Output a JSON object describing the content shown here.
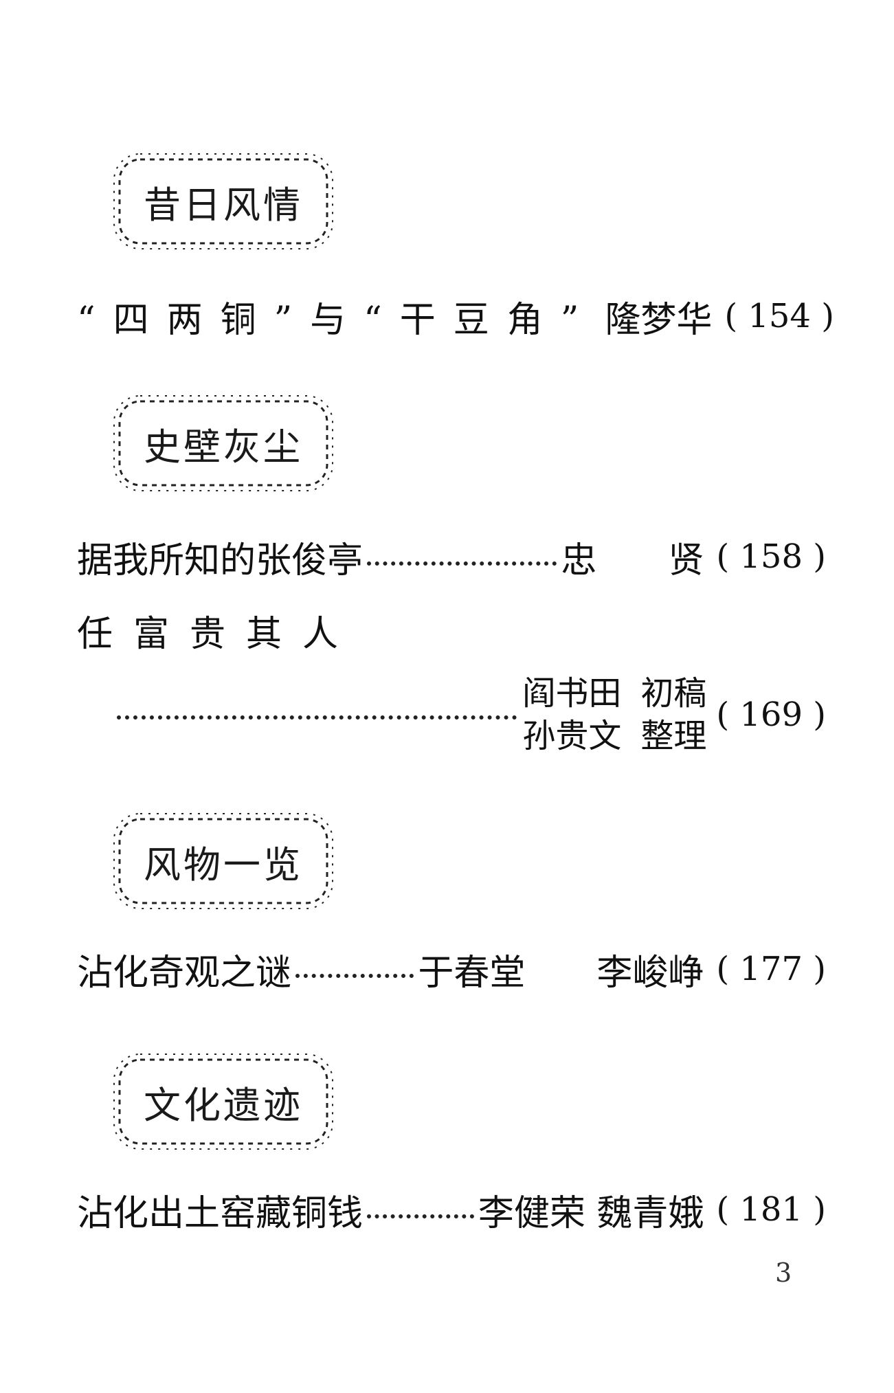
{
  "sections": [
    {
      "title": "昔日风情",
      "entries": [
        {
          "title": "“四两铜”与“干豆角”",
          "author": "隆梦华",
          "page": "( 154 )"
        }
      ]
    },
    {
      "title": "史壁灰尘",
      "entries": [
        {
          "title": "据我所知的张俊亭",
          "author": "忠　　贤",
          "page": "( 158 )"
        },
        {
          "title": "任富贵其人",
          "author_lines": [
            [
              "阎书田",
              "初稿"
            ],
            [
              "孙贵文",
              "整理"
            ]
          ],
          "page": "( 169 )"
        }
      ]
    },
    {
      "title": "风物一览",
      "entries": [
        {
          "title": "沾化奇观之谜",
          "author": "于春堂　　李峻峥",
          "page": "( 177 )"
        }
      ]
    },
    {
      "title": "文化遗迹",
      "entries": [
        {
          "title": "沾化出土窑藏铜钱",
          "author": "李健荣 魏青娥",
          "page": "( 181 )"
        }
      ]
    }
  ],
  "page_number": "3"
}
